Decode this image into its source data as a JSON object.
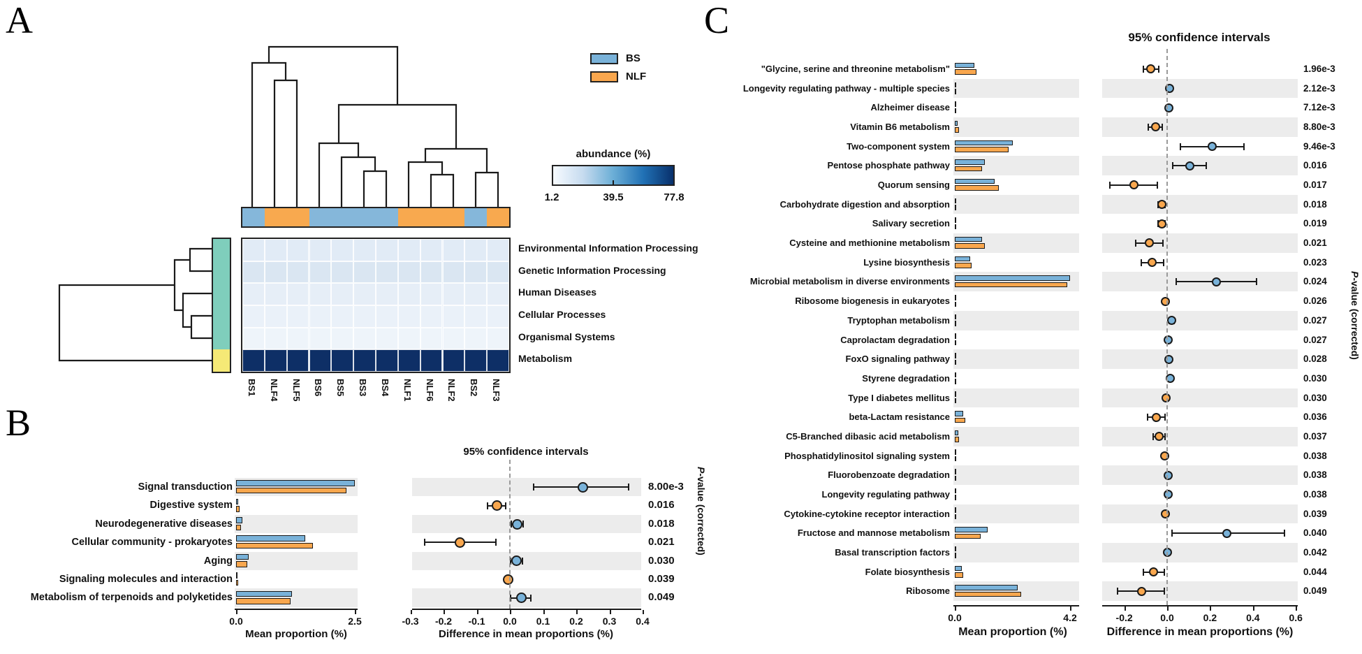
{
  "chart_data": [
    {
      "type": "heatmap",
      "panel_label": "A",
      "legend": [
        {
          "label": "BS",
          "color": "#79B2D9"
        },
        {
          "label": "NLF",
          "color": "#F9A74E"
        }
      ],
      "colorbar": {
        "title": "abundance (%)",
        "tick_labels": [
          "1.2",
          "39.5",
          "77.8"
        ],
        "gradient": [
          "#F7FBFF",
          "#C6DBEF",
          "#6BAED6",
          "#2171B5",
          "#08306B"
        ]
      },
      "columns": [
        {
          "name": "BS1",
          "group": "BS"
        },
        {
          "name": "NLF4",
          "group": "NLF"
        },
        {
          "name": "NLF5",
          "group": "NLF"
        },
        {
          "name": "BS6",
          "group": "BS"
        },
        {
          "name": "BS5",
          "group": "BS"
        },
        {
          "name": "BS3",
          "group": "BS"
        },
        {
          "name": "BS4",
          "group": "BS"
        },
        {
          "name": "NLF1",
          "group": "NLF"
        },
        {
          "name": "NLF6",
          "group": "NLF"
        },
        {
          "name": "NLF2",
          "group": "NLF"
        },
        {
          "name": "BS2",
          "group": "BS"
        },
        {
          "name": "NLF3",
          "group": "NLF"
        }
      ],
      "rows": [
        {
          "label": "Environmental Information Processing",
          "annotation_color": "#7FCEBC",
          "cell_color": "#E1EBF6",
          "approx_abundance_pct": 6
        },
        {
          "label": "Genetic Information Processing",
          "annotation_color": "#7FCEBC",
          "cell_color": "#DAE6F2",
          "approx_abundance_pct": 7
        },
        {
          "label": "Human Diseases",
          "annotation_color": "#7FCEBC",
          "cell_color": "#E6EEF7",
          "approx_abundance_pct": 4
        },
        {
          "label": "Cellular Processes",
          "annotation_color": "#7FCEBC",
          "cell_color": "#EAF1F9",
          "approx_abundance_pct": 3
        },
        {
          "label": "Organismal Systems",
          "annotation_color": "#7FCEBC",
          "cell_color": "#EEF4FA",
          "approx_abundance_pct": 2
        },
        {
          "label": "Metabolism",
          "annotation_color": "#F5E976",
          "cell_color": "#0E2F66",
          "approx_abundance_pct": 77
        }
      ],
      "group_colors": {
        "BS": "#85B7DA",
        "NLF": "#F8A94F"
      }
    },
    {
      "type": "bar",
      "panel_label": "B",
      "title": "95% confidence intervals",
      "xlabel_left": "Mean proportion (%)",
      "xlabel_right": "Difference in mean proportions (%)",
      "right_axis_p": "P",
      "right_axis_rest": "-value (corrected)",
      "series_colors": {
        "BS": "#79B2D9",
        "NLF": "#F9A74E"
      },
      "bar_axis": {
        "min": 0,
        "max": 2.5,
        "ticks": [
          {
            "v": 0,
            "label": "0.0"
          },
          {
            "v": 2.5,
            "label": "2.5"
          }
        ]
      },
      "diff_axis": {
        "min": -0.3,
        "max": 0.4,
        "ticks": [
          {
            "v": -0.3,
            "label": "-0.3"
          },
          {
            "v": -0.2,
            "label": "-0.2"
          },
          {
            "v": -0.1,
            "label": "-0.1"
          },
          {
            "v": 0,
            "label": "0.0"
          },
          {
            "v": 0.1,
            "label": "0.1"
          },
          {
            "v": 0.2,
            "label": "0.2"
          },
          {
            "v": 0.3,
            "label": "0.3"
          },
          {
            "v": 0.4,
            "label": "0.4"
          }
        ]
      },
      "rows": [
        {
          "label": "Signal transduction",
          "bs": 2.5,
          "nlf": 2.32,
          "diff": 0.22,
          "ci": [
            0.07,
            0.36
          ],
          "dot": "BS",
          "p": "8.00e-3"
        },
        {
          "label": "Digestive system",
          "bs": 0.04,
          "nlf": 0.07,
          "diff": -0.04,
          "ci": [
            -0.07,
            -0.01
          ],
          "dot": "NLF",
          "p": "0.016"
        },
        {
          "label": "Neurodegenerative diseases",
          "bs": 0.13,
          "nlf": 0.1,
          "diff": 0.022,
          "ci": [
            0.003,
            0.042
          ],
          "dot": "BS",
          "p": "0.018"
        },
        {
          "label": "Cellular community - prokaryotes",
          "bs": 1.45,
          "nlf": 1.62,
          "diff": -0.15,
          "ci": [
            -0.26,
            -0.04
          ],
          "dot": "NLF",
          "p": "0.021"
        },
        {
          "label": "Aging",
          "bs": 0.27,
          "nlf": 0.24,
          "diff": 0.02,
          "ci": [
            0.0,
            0.04
          ],
          "dot": "BS",
          "p": "0.030"
        },
        {
          "label": "Signaling molecules and interaction",
          "bs": 0.03,
          "nlf": 0.04,
          "diff": -0.005,
          "ci": [
            -0.015,
            0.005
          ],
          "dot": "NLF",
          "p": "0.039"
        },
        {
          "label": "Metabolism of terpenoids and polyketides",
          "bs": 1.18,
          "nlf": 1.14,
          "diff": 0.035,
          "ci": [
            0.0,
            0.065
          ],
          "dot": "BS",
          "p": "0.049"
        }
      ]
    },
    {
      "type": "bar",
      "panel_label": "C",
      "title": "95% confidence intervals",
      "xlabel_left": "Mean proportion (%)",
      "xlabel_right": "Difference in mean proportions (%)",
      "right_axis_p": "P",
      "right_axis_rest": "-value (corrected)",
      "series_colors": {
        "BS": "#79B2D9",
        "NLF": "#F9A74E"
      },
      "bar_axis": {
        "min": 0,
        "max": 4.2,
        "ticks": [
          {
            "v": 0,
            "label": "0.0"
          },
          {
            "v": 4.2,
            "label": "4.2"
          }
        ]
      },
      "diff_axis": {
        "min": -0.3,
        "max": 0.6,
        "ticks": [
          {
            "v": -0.2,
            "label": "-0.2"
          },
          {
            "v": 0,
            "label": "0.0"
          },
          {
            "v": 0.2,
            "label": "0.2"
          },
          {
            "v": 0.4,
            "label": "0.4"
          },
          {
            "v": 0.6,
            "label": "0.6"
          }
        ]
      },
      "rows": [
        {
          "label": "\"Glycine, serine and threonine metabolism\"",
          "bs": 0.7,
          "nlf": 0.78,
          "diff": -0.075,
          "ci": [
            -0.115,
            -0.035
          ],
          "dot": "NLF",
          "p": "1.96e-3"
        },
        {
          "label": "Longevity regulating pathway - multiple species",
          "bs": 0.03,
          "nlf": 0.02,
          "diff": 0.012,
          "ci": [
            0.004,
            0.02
          ],
          "dot": "BS",
          "p": "2.12e-3"
        },
        {
          "label": "Alzheimer disease",
          "bs": 0.04,
          "nlf": 0.03,
          "diff": 0.008,
          "ci": [
            0.002,
            0.015
          ],
          "dot": "BS",
          "p": "7.12e-3"
        },
        {
          "label": "Vitamin B6 metabolism",
          "bs": 0.1,
          "nlf": 0.16,
          "diff": -0.055,
          "ci": [
            -0.09,
            -0.018
          ],
          "dot": "NLF",
          "p": "8.80e-3"
        },
        {
          "label": "Two-component system",
          "bs": 2.1,
          "nlf": 1.95,
          "diff": 0.21,
          "ci": [
            0.06,
            0.36
          ],
          "dot": "BS",
          "p": "9.46e-3"
        },
        {
          "label": "Pentose phosphate pathway",
          "bs": 1.1,
          "nlf": 1.0,
          "diff": 0.105,
          "ci": [
            0.022,
            0.185
          ],
          "dot": "BS",
          "p": "0.016"
        },
        {
          "label": "Quorum sensing",
          "bs": 1.45,
          "nlf": 1.6,
          "diff": -0.155,
          "ci": [
            -0.27,
            -0.042
          ],
          "dot": "NLF",
          "p": "0.017"
        },
        {
          "label": "Carbohydrate digestion and absorption",
          "bs": 0.04,
          "nlf": 0.06,
          "diff": -0.025,
          "ci": [
            -0.045,
            -0.006
          ],
          "dot": "NLF",
          "p": "0.018"
        },
        {
          "label": "Salivary secretion",
          "bs": 0.03,
          "nlf": 0.05,
          "diff": -0.025,
          "ci": [
            -0.045,
            -0.005
          ],
          "dot": "NLF",
          "p": "0.019"
        },
        {
          "label": "Cysteine and methionine metabolism",
          "bs": 1.0,
          "nlf": 1.1,
          "diff": -0.082,
          "ci": [
            -0.15,
            -0.016
          ],
          "dot": "NLF",
          "p": "0.021"
        },
        {
          "label": "Lysine biosynthesis",
          "bs": 0.55,
          "nlf": 0.62,
          "diff": -0.07,
          "ci": [
            -0.125,
            -0.013
          ],
          "dot": "NLF",
          "p": "0.023"
        },
        {
          "label": "Microbial metabolism in diverse environments",
          "bs": 4.2,
          "nlf": 4.1,
          "diff": 0.23,
          "ci": [
            0.04,
            0.42
          ],
          "dot": "BS",
          "p": "0.024"
        },
        {
          "label": "Ribosome biogenesis in eukaryotes",
          "bs": 0.03,
          "nlf": 0.04,
          "diff": -0.008,
          "ci": [
            -0.018,
            0.002
          ],
          "dot": "NLF",
          "p": "0.026"
        },
        {
          "label": "Tryptophan metabolism",
          "bs": 0.06,
          "nlf": 0.04,
          "diff": 0.02,
          "ci": [
            0.005,
            0.035
          ],
          "dot": "BS",
          "p": "0.027"
        },
        {
          "label": "Caprolactam degradation",
          "bs": 0.03,
          "nlf": 0.03,
          "diff": 0.005,
          "ci": [
            -0.003,
            0.013
          ],
          "dot": "BS",
          "p": "0.027"
        },
        {
          "label": "FoxO signaling pathway",
          "bs": 0.04,
          "nlf": 0.03,
          "diff": 0.008,
          "ci": [
            0.001,
            0.016
          ],
          "dot": "BS",
          "p": "0.028"
        },
        {
          "label": "Styrene degradation",
          "bs": 0.03,
          "nlf": 0.02,
          "diff": 0.015,
          "ci": [
            0.003,
            0.027
          ],
          "dot": "BS",
          "p": "0.030"
        },
        {
          "label": "Type I diabetes mellitus",
          "bs": 0.04,
          "nlf": 0.05,
          "diff": -0.006,
          "ci": [
            -0.014,
            0.002
          ],
          "dot": "NLF",
          "p": "0.030"
        },
        {
          "label": "beta-Lactam resistance",
          "bs": 0.3,
          "nlf": 0.38,
          "diff": -0.05,
          "ci": [
            -0.095,
            -0.008
          ],
          "dot": "NLF",
          "p": "0.036"
        },
        {
          "label": "C5-Branched dibasic acid metabolism",
          "bs": 0.12,
          "nlf": 0.15,
          "diff": -0.038,
          "ci": [
            -0.07,
            -0.006
          ],
          "dot": "NLF",
          "p": "0.037"
        },
        {
          "label": "Phosphatidylinositol signaling system",
          "bs": 0.05,
          "nlf": 0.06,
          "diff": -0.012,
          "ci": [
            -0.024,
            -0.002
          ],
          "dot": "NLF",
          "p": "0.038"
        },
        {
          "label": "Fluorobenzoate degradation",
          "bs": 0.03,
          "nlf": 0.02,
          "diff": 0.006,
          "ci": [
            0.0,
            0.013
          ],
          "dot": "BS",
          "p": "0.038"
        },
        {
          "label": "Longevity regulating pathway",
          "bs": 0.04,
          "nlf": 0.03,
          "diff": 0.004,
          "ci": [
            -0.002,
            0.01
          ],
          "dot": "BS",
          "p": "0.038"
        },
        {
          "label": "Cytokine-cytokine receptor interaction",
          "bs": 0.05,
          "nlf": 0.06,
          "diff": -0.008,
          "ci": [
            -0.018,
            0.001
          ],
          "dot": "NLF",
          "p": "0.039"
        },
        {
          "label": "Fructose and mannose metabolism",
          "bs": 1.2,
          "nlf": 0.95,
          "diff": 0.28,
          "ci": [
            0.02,
            0.55
          ],
          "dot": "BS",
          "p": "0.040"
        },
        {
          "label": "Basal transcription factors",
          "bs": 0.03,
          "nlf": 0.03,
          "diff": 0.002,
          "ci": [
            -0.004,
            0.008
          ],
          "dot": "BS",
          "p": "0.042"
        },
        {
          "label": "Folate biosynthesis",
          "bs": 0.25,
          "nlf": 0.3,
          "diff": -0.062,
          "ci": [
            -0.115,
            -0.01
          ],
          "dot": "NLF",
          "p": "0.044"
        },
        {
          "label": "Ribosome",
          "bs": 2.3,
          "nlf": 2.42,
          "diff": -0.12,
          "ci": [
            -0.235,
            -0.01
          ],
          "dot": "NLF",
          "p": "0.049"
        }
      ]
    }
  ]
}
